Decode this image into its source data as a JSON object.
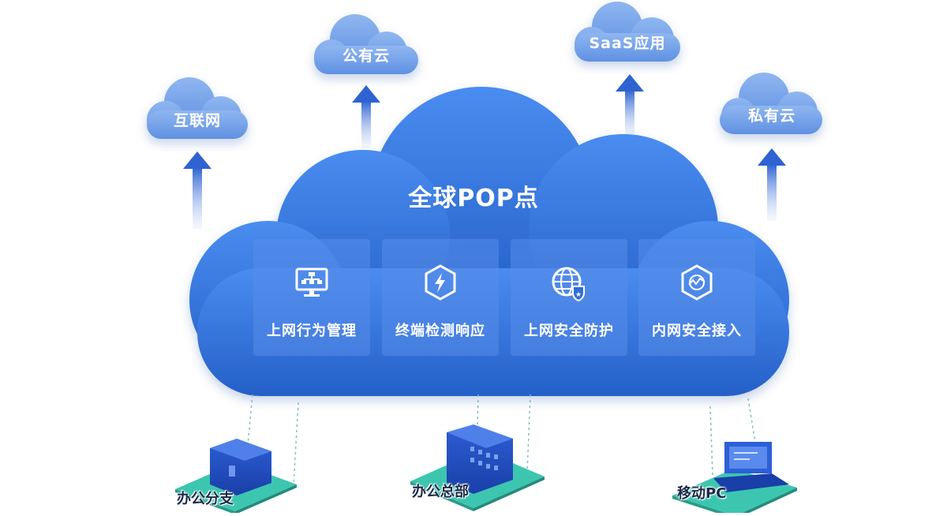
{
  "main_title": "全球POP点",
  "outer_clouds": [
    {
      "key": "internet",
      "label": "互联网"
    },
    {
      "key": "public",
      "label": "公有云"
    },
    {
      "key": "saas",
      "label": "SaaS应用"
    },
    {
      "key": "private",
      "label": "私有云"
    }
  ],
  "services": [
    {
      "label": "上网行为管理",
      "icon": "monitor-org-chart-icon"
    },
    {
      "label": "终端检测响应",
      "icon": "shield-lightning-icon"
    },
    {
      "label": "上网安全防护",
      "icon": "globe-shield-icon"
    },
    {
      "label": "内网安全接入",
      "icon": "hexagon-network-icon"
    }
  ],
  "sites": [
    {
      "label": "办公分支",
      "icon": "branch-office-icon"
    },
    {
      "label": "办公总部",
      "icon": "headquarters-building-icon"
    },
    {
      "label": "移动PC",
      "icon": "laptop-icon"
    }
  ],
  "colors": {
    "cloud_main": "#2f6fd6",
    "cloud_main_light": "#4e8ff0",
    "outer_cloud": "#7aa6ea",
    "arrow": "#3b6fd8",
    "connector": "#7fbfb8",
    "platform": "#3cc6b0"
  }
}
